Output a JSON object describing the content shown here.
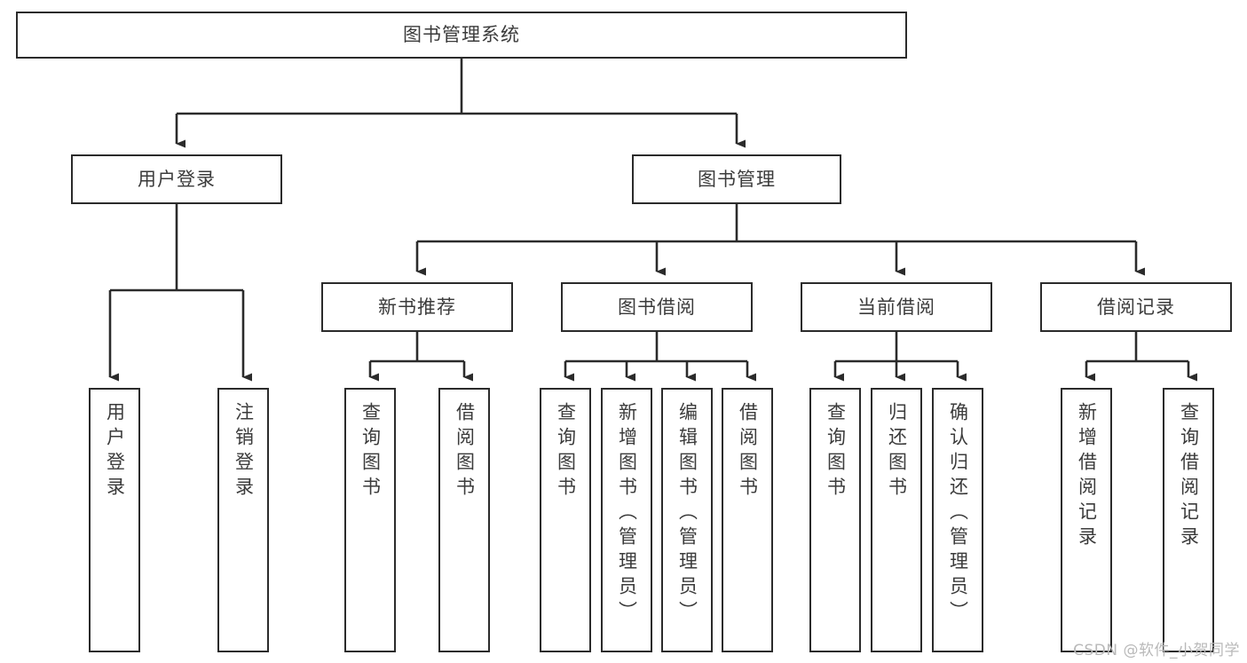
{
  "diagram": {
    "type": "tree",
    "title": "图书管理系统",
    "root": {
      "label": "图书管理系统"
    },
    "level2": [
      {
        "label": "用户登录"
      },
      {
        "label": "图书管理"
      }
    ],
    "level3": [
      {
        "label": "新书推荐"
      },
      {
        "label": "图书借阅"
      },
      {
        "label": "当前借阅"
      },
      {
        "label": "借阅记录"
      }
    ],
    "leaves": {
      "user_login": [
        {
          "label": "用户登录"
        },
        {
          "label": "注销登录"
        }
      ],
      "new_book_recommend": [
        {
          "label": "查询图书"
        },
        {
          "label": "借阅图书"
        }
      ],
      "book_borrow": [
        {
          "label": "查询图书"
        },
        {
          "label": "新增图书（管理员）"
        },
        {
          "label": "编辑图书（管理员）"
        },
        {
          "label": "借阅图书"
        }
      ],
      "current_borrow": [
        {
          "label": "查询图书"
        },
        {
          "label": "归还图书"
        },
        {
          "label": "确认归还（管理员）"
        }
      ],
      "borrow_record": [
        {
          "label": "新增借阅记录"
        },
        {
          "label": "查询借阅记录"
        }
      ]
    }
  },
  "watermark": {
    "text": "CSDN @软件_小贺同学"
  },
  "colors": {
    "border": "#2b2b2b",
    "text": "#3b3b3b",
    "background": "#ffffff",
    "watermark": "#b9b9b9"
  }
}
